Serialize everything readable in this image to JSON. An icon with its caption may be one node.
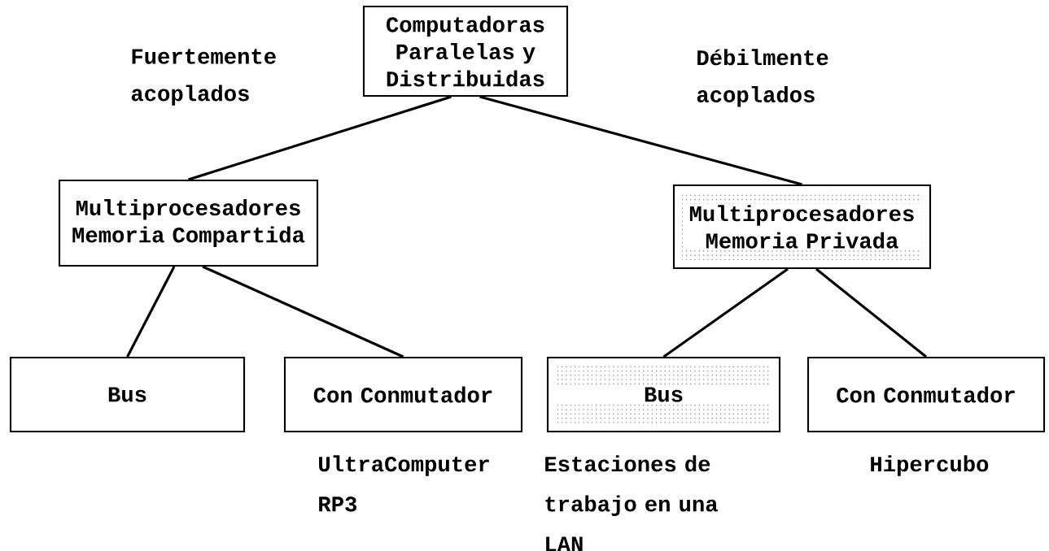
{
  "diagram": {
    "nodes": [
      {
        "text": [
          "Computadoras Paralelas y Distribuidas"
        ]
      },
      {
        "text": [
          "Multiprocesadores Memoria Compartida"
        ]
      },
      {
        "text": [
          "Multiprocesadores Memoria Privada"
        ]
      },
      {
        "text": [
          "Bus"
        ]
      },
      {
        "text": [
          "Con Conmutador"
        ],
        "beside": [
          "UltraComputer RP3"
        ]
      },
      {
        "text": [
          "Bus"
        ],
        "beside": [
          "Estaciones de trabajo en una LAN"
        ]
      },
      {
        "text": [
          "Con Conmutador"
        ],
        "beside": [
          "Hipercubo"
        ]
      }
    ],
    "edges": [
      {
        "from": 0,
        "to": 1,
        "arrow": "none"
      },
      {
        "from": 0,
        "to": 2,
        "arrow": "none"
      },
      {
        "from": 1,
        "to": 3,
        "arrow": "none"
      },
      {
        "from": 1,
        "to": 4,
        "arrow": "none"
      },
      {
        "from": 2,
        "to": 5,
        "arrow": "none"
      },
      {
        "from": 2,
        "to": 6,
        "arrow": "none"
      }
    ],
    "labels": [
      "Fuertemente acoplados",
      "Débilmente acoplados"
    ]
  }
}
